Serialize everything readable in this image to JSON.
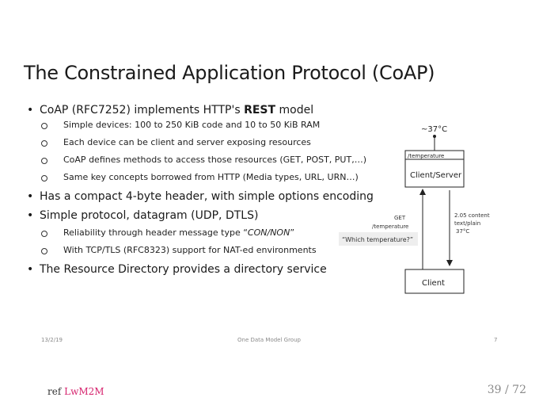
{
  "title": {
    "part1": "The ",
    "part2": "Constrained ",
    "part3": "Application ",
    "part4": "Protocol (CoAP)"
  },
  "bullets": {
    "b1_prefix": "CoAP (RFC7252) implements HTTP's ",
    "b1_strong": "REST",
    "b1_suffix": " model",
    "b1_sub1": "Simple devices: 100 to 250 KiB code and 10 to 50 KiB RAM",
    "b1_sub2": "Each device can be client and server exposing resources",
    "b1_sub3": "CoAP defines methods to access those resources (GET, POST, PUT,…)",
    "b1_sub4": "Same key concepts borrowed from HTTP (Media types, URL, URN…)",
    "b2": "Has a compact 4-byte header, with simple options encoding",
    "b3": "Simple protocol, datagram (UDP, DTLS)",
    "b3_sub1_prefix": "Reliability through header message type “",
    "b3_sub1_em": "CON/NON",
    "b3_sub1_suffix": "”",
    "b3_sub2": "With TCP/TLS (RFC8323) support for NAT-ed environments",
    "b4": "The Resource Directory provides a directory service"
  },
  "diagram": {
    "temp_value": "~37°C",
    "resource_path": "/temperature",
    "server_label": "Client/Server",
    "request_method": "GET",
    "request_path": "/temperature",
    "request_question": "“Which temperature?”",
    "response_code": "2.05 content",
    "response_type": "text/plain",
    "response_value": "37°C",
    "client_label": "Client"
  },
  "footer": {
    "date": "13/2/19",
    "center": "One Data Model Group",
    "slide_no": "7"
  },
  "bottom": {
    "ref_prefix": "ref ",
    "ref_link": "LwM2M",
    "page": "39 / 72"
  }
}
